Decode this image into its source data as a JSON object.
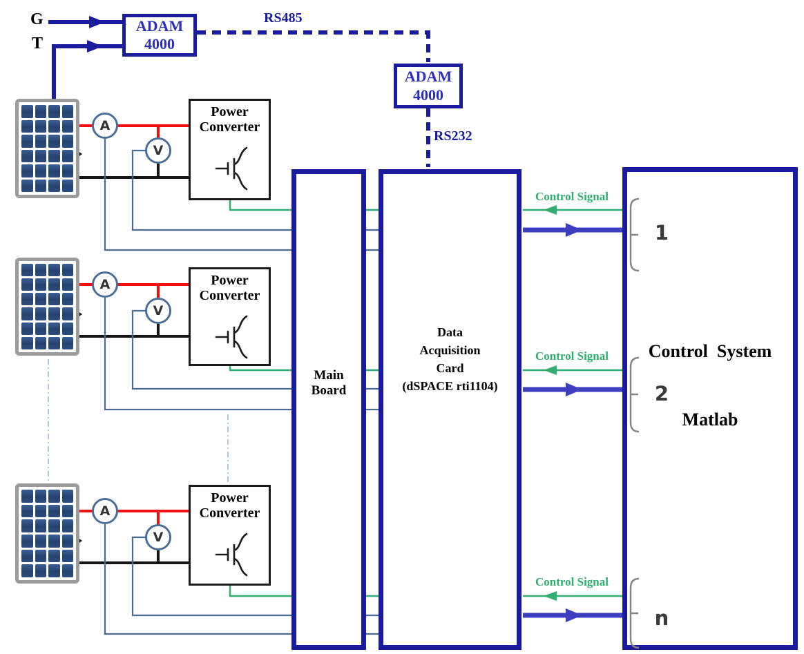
{
  "colors": {
    "navy": "#1b1b9e",
    "adamText": "#2e2eb8",
    "green": "#2fae71",
    "blue": "#3e3ec0",
    "slate": "#4a6d96",
    "red": "#f01010",
    "wire": "#141414",
    "cell": "#2a4a7c",
    "frame": "#9b9b9b",
    "lightDash": "#a9c5e8",
    "labelGray": "#3a3a3a"
  },
  "inputs": {
    "irradiance": "G",
    "temperature": "T"
  },
  "adam_top": {
    "name_line": "ADAM",
    "model_line": "4000"
  },
  "adam_mid": {
    "name_line": "ADAM",
    "model_line": "4000"
  },
  "buses": {
    "rs485": "RS485",
    "rs232": "RS232"
  },
  "meters": {
    "ammeter": "A",
    "voltmeter": "V"
  },
  "converters": {
    "label": "Power Converter"
  },
  "main_board": {
    "label": "Main Board"
  },
  "daq": {
    "lines": [
      "Data",
      "Acquisition",
      "Card",
      "(dSPACE rti1104)"
    ]
  },
  "control_system": {
    "line1": "Control  System",
    "line2": "Matlab"
  },
  "signals": {
    "control_label": "Control Signal"
  },
  "channels": {
    "first": "1",
    "second": "2",
    "last": "n"
  }
}
